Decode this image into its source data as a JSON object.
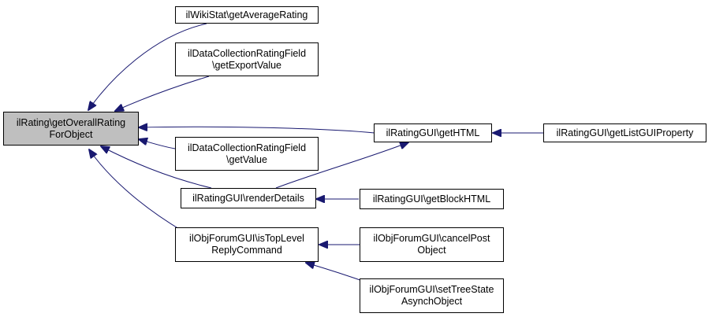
{
  "colors": {
    "edge": "#191970",
    "root_fill": "#bfbfbf",
    "node_fill": "#ffffff",
    "border": "#000000"
  },
  "nodes": {
    "root": {
      "line1": "ilRating\\getOverallRating",
      "line2": "ForObject"
    },
    "wiki_stat": {
      "line1": "ilWikiStat\\getAverageRating"
    },
    "dc_export": {
      "line1": "ilDataCollectionRatingField",
      "line2": "\\getExportValue"
    },
    "dc_value": {
      "line1": "ilDataCollectionRatingField",
      "line2": "\\getValue"
    },
    "render_details": {
      "line1": "ilRatingGUI\\renderDetails"
    },
    "forum_toplevel": {
      "line1": "ilObjForumGUI\\isTopLevel",
      "line2": "ReplyCommand"
    },
    "get_html": {
      "line1": "ilRatingGUI\\getHTML"
    },
    "list_gui": {
      "line1": "ilRatingGUI\\getListGUIProperty"
    },
    "block_html": {
      "line1": "ilRatingGUI\\getBlockHTML"
    },
    "cancel_post": {
      "line1": "ilObjForumGUI\\cancelPost",
      "line2": "Object"
    },
    "tree_state": {
      "line1": "ilObjForumGUI\\setTreeState",
      "line2": "AsynchObject"
    }
  }
}
